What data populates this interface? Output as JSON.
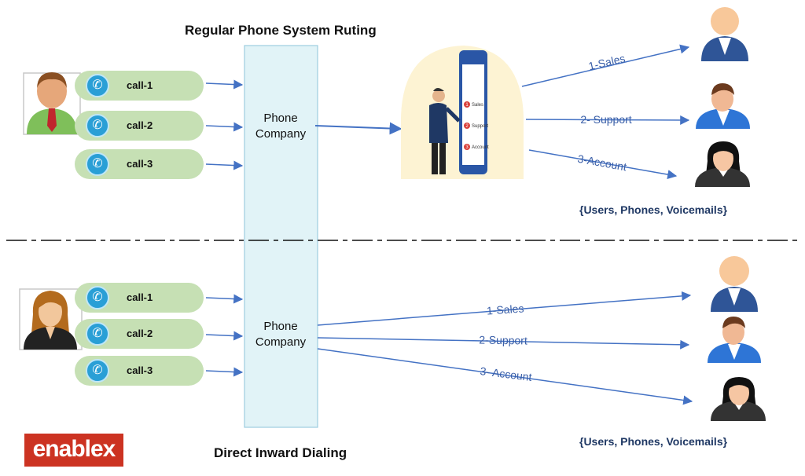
{
  "titles": {
    "top": "Regular Phone System Ruting",
    "bottom": "Direct Inward Dialing"
  },
  "phone_company": {
    "top_line1": "Phone",
    "top_line2": "Company",
    "bottom_line1": "Phone",
    "bottom_line2": "Company"
  },
  "calls_top": [
    "call-1",
    "call-2",
    "call-3"
  ],
  "calls_bottom": [
    "call-1",
    "call-2",
    "call-3"
  ],
  "ivr": {
    "title": "IVR",
    "menu": [
      {
        "num": "1",
        "label": "Sales"
      },
      {
        "num": "2",
        "label": "Support"
      },
      {
        "num": "3",
        "label": "Account"
      }
    ]
  },
  "routes_top": [
    "1-Sales",
    "2- Support",
    "3-Account"
  ],
  "routes_bottom": [
    "1-Sales",
    "2-Support",
    "3- Account"
  ],
  "braces": {
    "top": "{Users, Phones, Voicemails}",
    "bottom": "{Users, Phones, Voicemails}"
  },
  "logo": "enablex",
  "colors": {
    "arrow": "#4472c4",
    "call_pill": "#c6e0b4",
    "phone_box": "#e1f3f7",
    "brace_text": "#1f3864",
    "logo_bg": "#cc3322"
  },
  "icons": {
    "caller_top": "male-caller-icon",
    "caller_bottom": "female-caller-icon",
    "phone": "phone-icon",
    "ivr": "ivr-phone-icon",
    "agent_sales": "male-agent-icon",
    "agent_support": "support-agent-icon",
    "agent_account": "female-agent-icon"
  }
}
